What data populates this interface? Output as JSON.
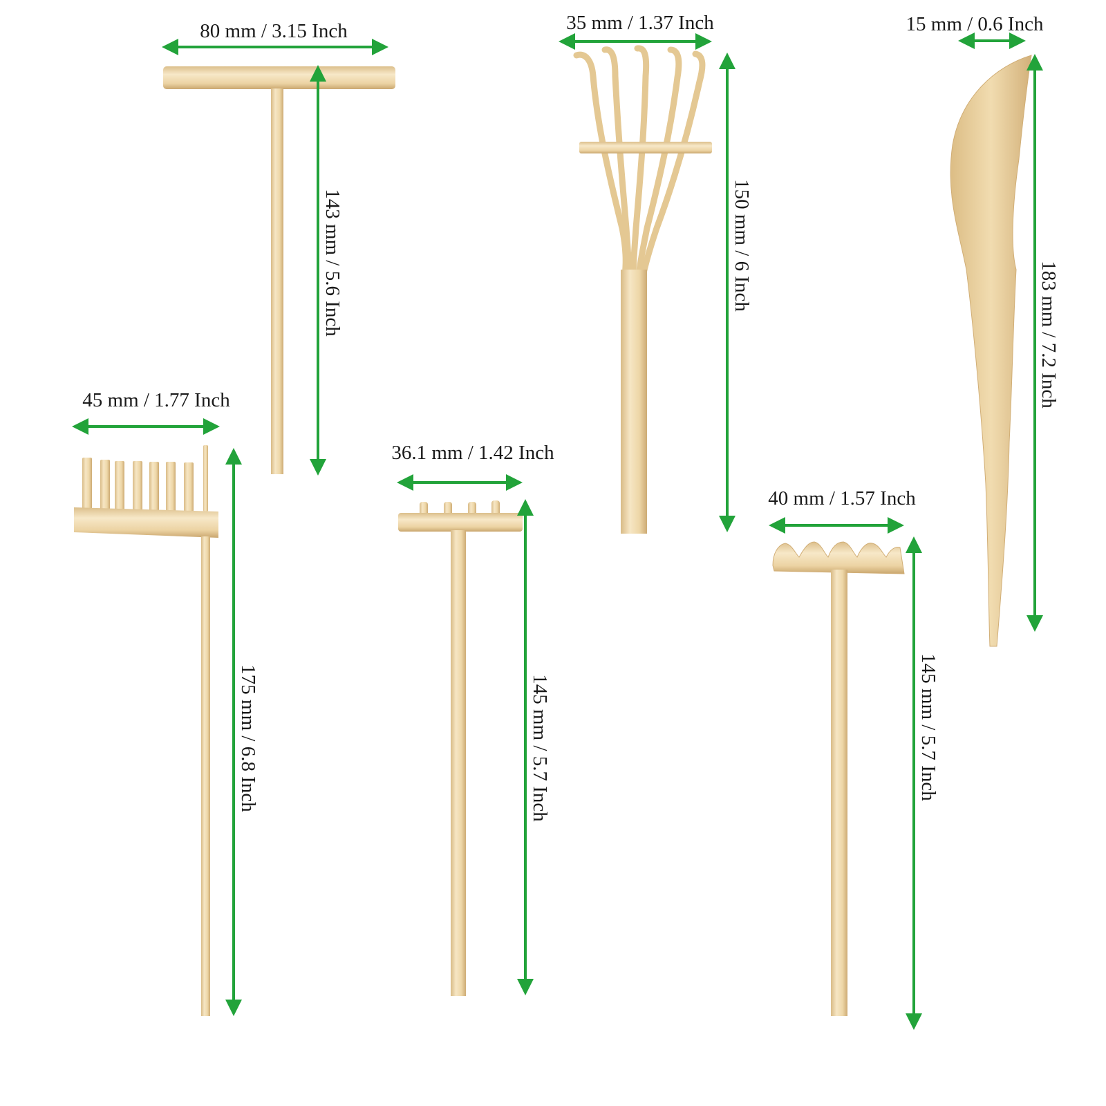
{
  "colors": {
    "background": "#ffffff",
    "arrow": "#22a33a",
    "bamboo_light": "#f3e0bb",
    "bamboo_mid": "#e8cf9e",
    "bamboo_dark": "#cfae76",
    "text": "#1a1a1a"
  },
  "tools": [
    {
      "name": "t-shaped-smoothing-rake",
      "width_label": "80 mm / 3.15 Inch",
      "height_label": "143 mm / 5.6 Inch"
    },
    {
      "name": "five-prong-claw-rake",
      "width_label": "35 mm / 1.37 Inch",
      "height_label": "150 mm / 6 Inch"
    },
    {
      "name": "curved-sand-spatula",
      "width_label": "15 mm / 0.6 Inch",
      "height_label": "183 mm / 7.2 Inch"
    },
    {
      "name": "comb-rake",
      "width_label": "45 mm / 1.77 Inch",
      "height_label": "175 mm / 6.8 Inch"
    },
    {
      "name": "four-peg-rake",
      "width_label": "36.1 mm / 1.42 Inch",
      "height_label": "145 mm / 5.7 Inch"
    },
    {
      "name": "wave-pattern-rake",
      "width_label": "40 mm / 1.57 Inch",
      "height_label": "145 mm / 5.7 Inch"
    }
  ]
}
